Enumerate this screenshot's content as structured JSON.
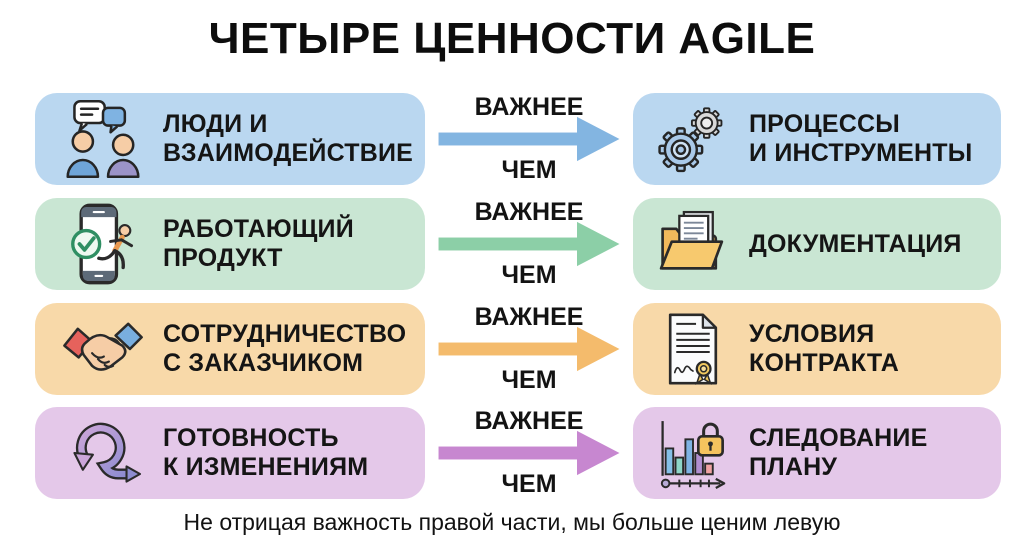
{
  "title": "ЧЕТЫРЕ ЦЕННОСТИ AGILE",
  "comparator": {
    "top": "ВАЖНЕЕ",
    "bottom": "ЧЕМ"
  },
  "rows": [
    {
      "theme": "blue",
      "box_color": "#bad7f0",
      "arrow_color": "#83b5e1",
      "left": {
        "icon": "people-chat-icon",
        "lines": [
          "ЛЮДИ И",
          "ВЗАИМОДЕЙСТВИЕ"
        ]
      },
      "right": {
        "icon": "gears-icon",
        "lines": [
          "ПРОЦЕССЫ",
          "И ИНСТРУМЕНТЫ"
        ]
      }
    },
    {
      "theme": "green",
      "box_color": "#c9e6d3",
      "arrow_color": "#8ccfa7",
      "left": {
        "icon": "phone-check-runner-icon",
        "lines": [
          "РАБОТАЮЩИЙ",
          "ПРОДУКТ"
        ]
      },
      "right": {
        "icon": "folder-documents-icon",
        "lines": [
          "ДОКУМЕНТАЦИЯ"
        ]
      }
    },
    {
      "theme": "orange",
      "box_color": "#f8d9a9",
      "arrow_color": "#f4bb6c",
      "left": {
        "icon": "handshake-icon",
        "lines": [
          "СОТРУДНИЧЕСТВО",
          "С ЗАКАЗЧИКОМ"
        ]
      },
      "right": {
        "icon": "contract-seal-icon",
        "lines": [
          "УСЛОВИЯ",
          "КОНТРАКТА"
        ]
      }
    },
    {
      "theme": "purple",
      "box_color": "#e4c8e9",
      "arrow_color": "#c787d0",
      "left": {
        "icon": "agile-loop-icon",
        "lines": [
          "ГОТОВНОСТЬ",
          "К ИЗМЕНЕНИЯМ"
        ]
      },
      "right": {
        "icon": "bar-chart-lock-icon",
        "lines": [
          "СЛЕДОВАНИЕ",
          "ПЛАНУ"
        ]
      }
    }
  ],
  "footer": "Не отрицая важность правой части, мы больше ценим левую"
}
